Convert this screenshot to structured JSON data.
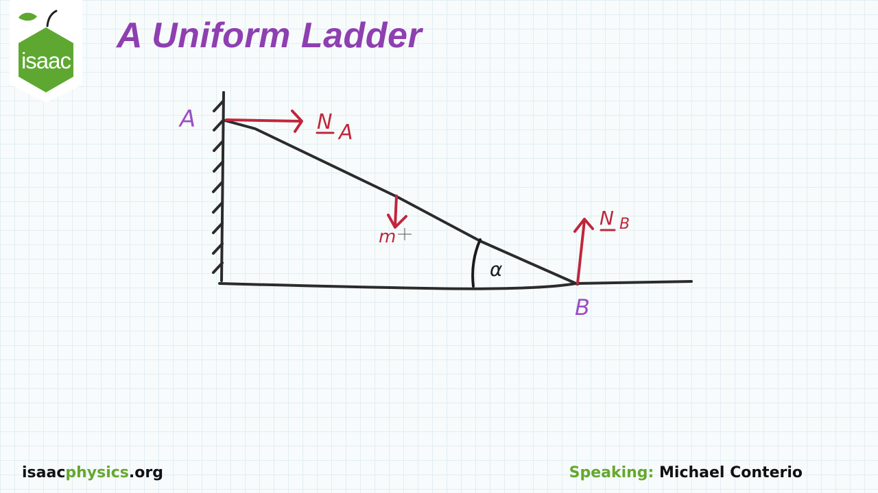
{
  "logo": {
    "text": "isaac",
    "icon": "apple-hexagon-icon"
  },
  "title": "A Uniform Ladder",
  "diagram": {
    "labels": {
      "point_a": "A",
      "point_b": "B",
      "force_a_symbol": "N",
      "force_a_subscript": "A",
      "force_b_symbol": "N",
      "force_b_subscript": "B",
      "weight": "m",
      "angle": "α"
    },
    "colors": {
      "ink": "#2b2b2b",
      "force": "#c0263c",
      "point_label": "#9b4fc4"
    }
  },
  "footer": {
    "site_prefix": "isaac",
    "site_middle": "physics",
    "site_suffix": ".org",
    "speaker_label": "Speaking:",
    "speaker_name": "Michael Conterio"
  }
}
